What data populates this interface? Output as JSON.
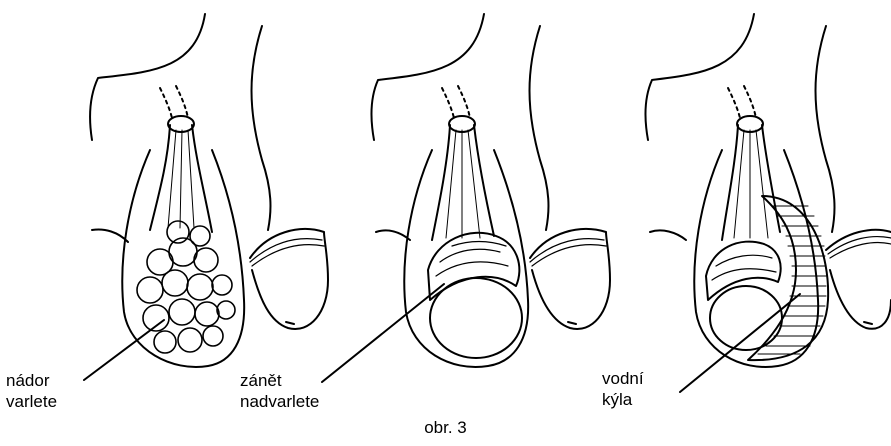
{
  "panels": [
    {
      "label_line1": "nádor",
      "label_line2": "varlete"
    },
    {
      "label_line1": "zánět",
      "label_line2": "nadvarlete"
    },
    {
      "label_line1": "vodní",
      "label_line2": "kýla"
    }
  ],
  "caption": "obr. 3"
}
